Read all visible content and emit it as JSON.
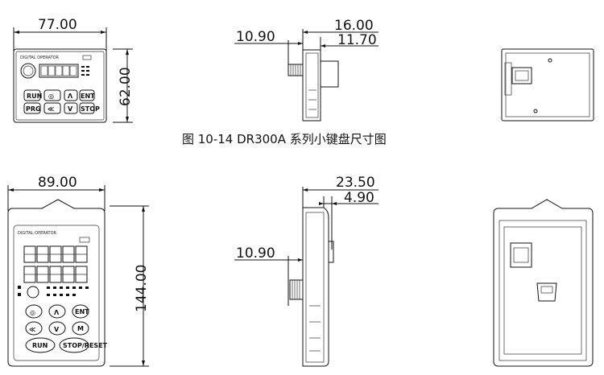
{
  "caption": "图 10-14 DR300A 系列小键盘尺寸图",
  "small_keypad": {
    "width_label": "77.00",
    "height_label": "62.00",
    "depth_total_label": "16.00",
    "depth_body_label": "11.70",
    "knob_label": "10.90",
    "panel_title": "DIGITAL OPERATOR",
    "keys": [
      "RUN",
      "◎",
      "Λ",
      "ENT",
      "PRG",
      "≪",
      "V",
      "STOP"
    ]
  },
  "large_keypad": {
    "width_label": "89.00",
    "height_label": "144.00",
    "depth_total_label": "23.50",
    "depth_body_label": "4.90",
    "knob_label": "10.90",
    "panel_title": "DIGITAL OPERATOR",
    "keys": [
      "◎",
      "Λ",
      "ENT",
      "≪",
      "V",
      "M",
      "RUN",
      "STOP/RESET"
    ]
  }
}
